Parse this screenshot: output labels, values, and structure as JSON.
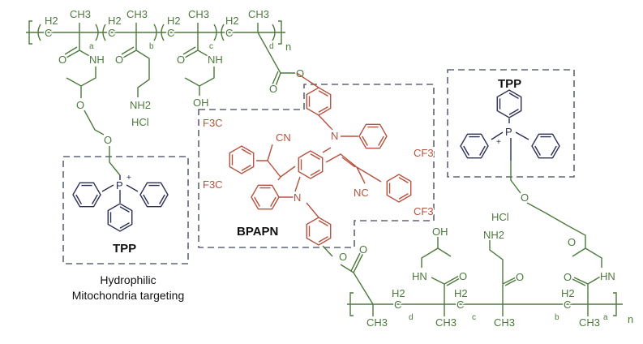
{
  "labels": {
    "tpp_left": "TPP",
    "tpp_right": "TPP",
    "bpapn": "BPAPN",
    "caption_line1": "Hydrophilic",
    "caption_line2": "Mitochondria targeting"
  },
  "atoms": {
    "h2": "H2",
    "ch3": "CH3",
    "c": "C",
    "o": "O",
    "nh": "NH",
    "hn": "HN",
    "nh2": "NH2",
    "oh": "OH",
    "hcl": "HCl",
    "n": "N",
    "p": "P",
    "plus": "+",
    "cn": "CN",
    "nc": "NC",
    "f3c": "F3C",
    "cf3": "CF3",
    "sub_a": "a",
    "sub_b": "b",
    "sub_c": "c",
    "sub_d": "d",
    "sub_n": "n"
  },
  "colors": {
    "polymer": "#4d7a3c",
    "bpapn": "#b5523e",
    "tpp": "#2b2f52",
    "box": "#5d6675"
  }
}
